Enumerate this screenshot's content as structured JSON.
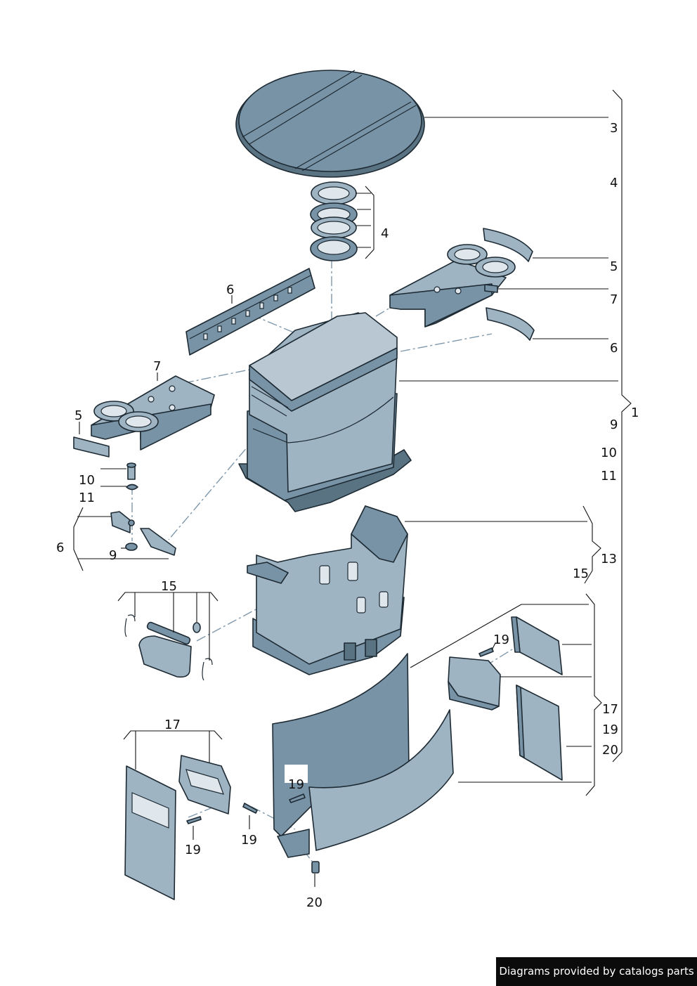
{
  "labels": {
    "r3": "3",
    "r4": "4",
    "r5": "5",
    "r7": "7",
    "r6": "6",
    "r1": "1",
    "r9": "9",
    "r10": "10",
    "r11": "11",
    "r13": "13",
    "r15": "15",
    "r17": "17",
    "r19": "19",
    "r20": "20",
    "c4": "4",
    "c6": "6",
    "l7": "7",
    "l5": "5",
    "l10": "10",
    "l11": "11",
    "l6": "6",
    "l9": "9",
    "l15": "15",
    "m19": "19",
    "b17": "17",
    "b19a": "19",
    "b19b": "19",
    "b20": "20",
    "s19": "19"
  },
  "credit": "Diagrams provided by catalogs parts",
  "colors": {
    "part_fill": "#7893a6",
    "part_light": "#9fb4c3",
    "part_dark": "#5a7383",
    "outline": "#1d2a33",
    "dash_line": "#7f98ab"
  }
}
